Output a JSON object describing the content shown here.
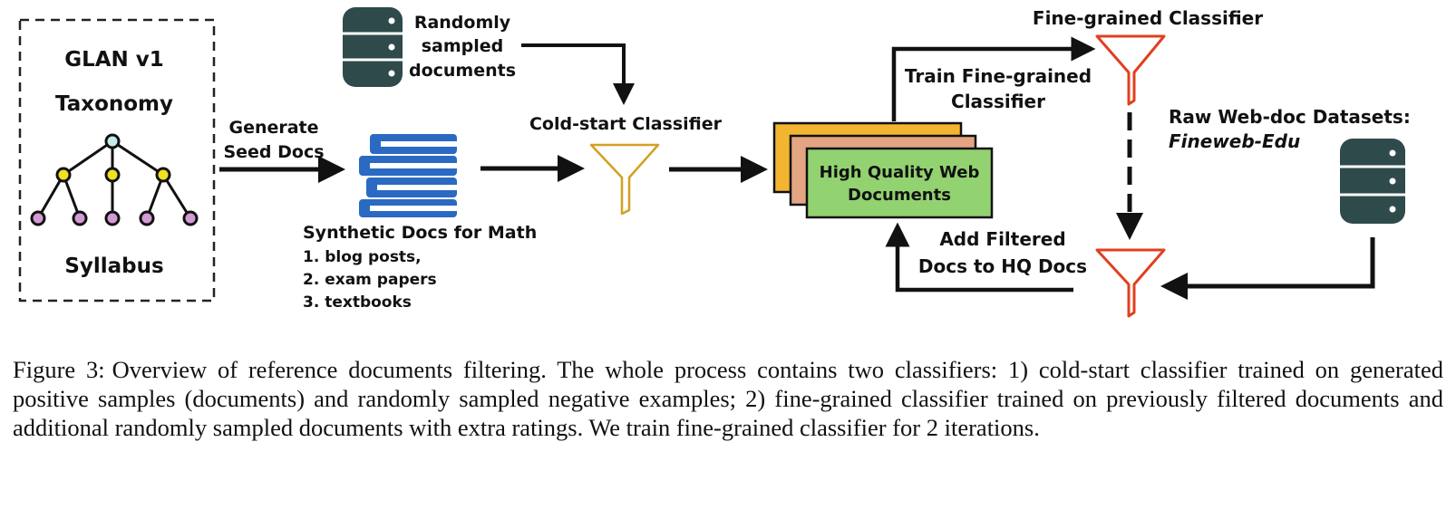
{
  "glan_box": {
    "title": "GLAN v1",
    "subtitle": "Taxonomy",
    "footer": "Syllabus"
  },
  "labels": {
    "generate_seed": [
      "Generate",
      "Seed Docs"
    ],
    "randomly_sampled": [
      "Randomly",
      "sampled",
      "documents"
    ],
    "cold_start": "Cold-start Classifier",
    "synthetic_title": "Synthetic Docs for Math",
    "synthetic_items": [
      "1. blog posts,",
      "2. exam papers",
      "3. textbooks"
    ],
    "hq_docs": [
      "High Quality Web",
      "Documents"
    ],
    "train_fine": [
      "Train Fine-grained",
      "Classifier"
    ],
    "fine_grained": "Fine-grained Classifier",
    "raw_datasets": "Raw Web-doc Datasets:",
    "raw_datasets_name": "Fineweb-Edu",
    "add_filtered": [
      "Add Filtered",
      "Docs to HQ Docs"
    ]
  },
  "colors": {
    "database": "#2f4a4a",
    "books": "#2a6ac2",
    "cold_funnel": "#d4a020",
    "fine_funnel": "#e0401e",
    "card_back": "#f2b530",
    "card_mid": "#e3a582",
    "card_front": "#92d270",
    "tree_root": "#c5ece8",
    "tree_mid": "#f0e020",
    "tree_leaf": "#d49ad6"
  },
  "caption": {
    "label": "Figure 3:",
    "text": "Overview of reference documents filtering. The whole process contains two classifiers: 1) cold-start classifier trained on generated positive samples (documents) and randomly sampled negative examples; 2) fine-grained classifier trained on previously filtered documents and additional randomly sampled documents with extra ratings. We train fine-grained classifier for 2 iterations."
  }
}
